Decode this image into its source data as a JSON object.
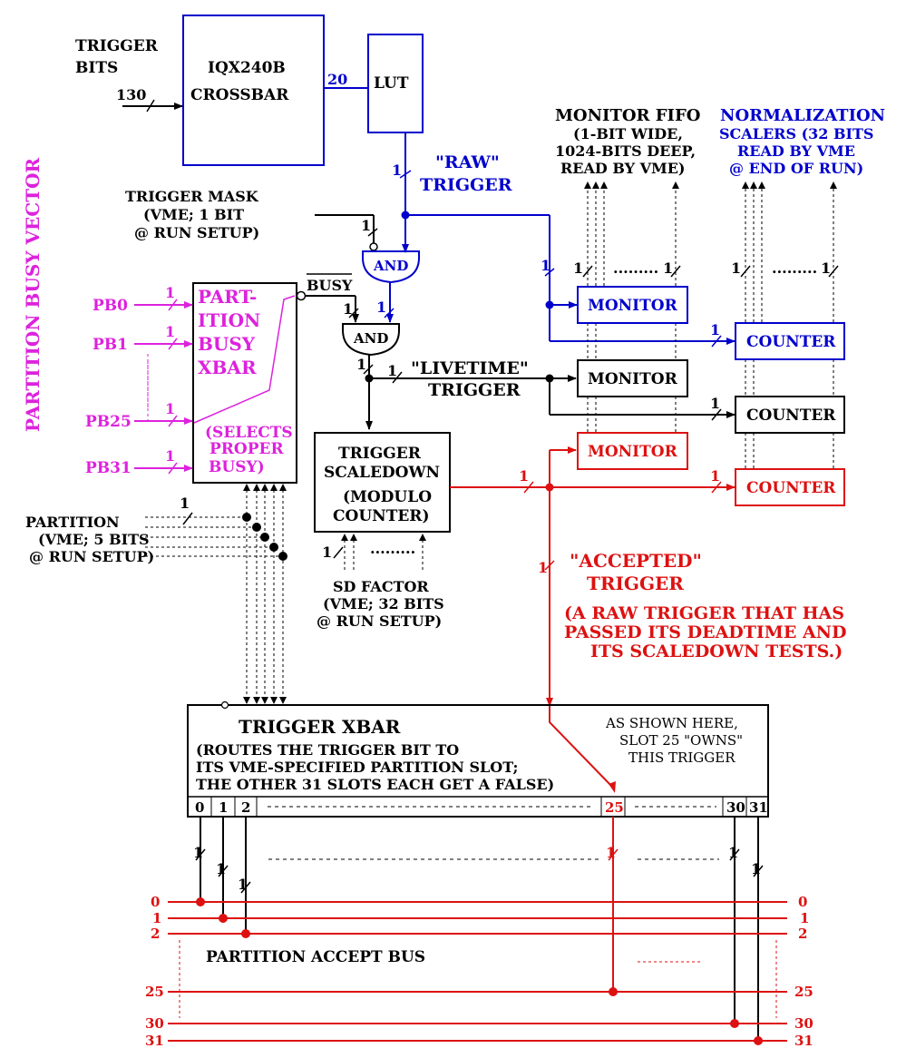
{
  "colors": {
    "black": "#000000",
    "blue": "#0000cc",
    "magenta": "#dd22dd",
    "red": "#dd1111"
  },
  "inputs": {
    "trigger_bits": [
      "TRIGGER",
      "BITS"
    ],
    "width_130": "130",
    "width_20": "20",
    "one": "1"
  },
  "crossbar": {
    "line1": "IQX240B",
    "line2": "CROSSBAR"
  },
  "lut": "LUT",
  "raw_trigger": [
    "\"RAW\"",
    "TRIGGER"
  ],
  "trigger_mask": [
    "TRIGGER MASK",
    "(VME; 1 BIT",
    "@ RUN SETUP)"
  ],
  "and_label": "AND",
  "busy": "BUSY",
  "livetime": [
    "\"LIVETIME\"",
    "TRIGGER"
  ],
  "partition_busy_xbar": [
    "PART-",
    "ITION",
    "BUSY",
    "XBAR"
  ],
  "selects_busy": [
    "(SELECTS",
    "PROPER",
    "BUSY)"
  ],
  "partition_busy_vector": "PARTITION BUSY VECTOR",
  "pb_inputs": [
    "PB0",
    "PB1",
    "PB25",
    "PB31"
  ],
  "partition_setup": [
    "PARTITION",
    "(VME; 5 BITS",
    "@ RUN SETUP)"
  ],
  "monitor_fifo": [
    "MONITOR FIFO",
    "(1-BIT WIDE,",
    "1024-BITS DEEP,",
    "READ BY VME)"
  ],
  "normalization": [
    "NORMALIZATION",
    "SCALERS (32 BITS",
    "READ BY VME",
    "@ END OF RUN)"
  ],
  "monitor": "MONITOR",
  "counter": "COUNTER",
  "scaledown": [
    "TRIGGER",
    "SCALEDOWN",
    "(MODULO",
    "COUNTER)"
  ],
  "sd_factor": [
    "SD FACTOR",
    "(VME; 32 BITS",
    "@ RUN SETUP)"
  ],
  "accepted": [
    "\"ACCEPTED\"",
    "TRIGGER"
  ],
  "accepted_note": [
    "(A RAW TRIGGER THAT HAS",
    "PASSED ITS DEADTIME AND",
    "ITS SCALEDOWN TESTS.)"
  ],
  "trigger_xbar": {
    "title": "TRIGGER XBAR",
    "desc": [
      "(ROUTES THE TRIGGER BIT TO",
      "ITS VME-SPECIFIED PARTITION SLOT;",
      "THE OTHER 31 SLOTS EACH GET A FALSE)"
    ],
    "note": [
      "AS SHOWN HERE,",
      "SLOT 25 \"OWNS\"",
      "THIS TRIGGER"
    ],
    "slots": [
      "0",
      "1",
      "2",
      "25",
      "30",
      "31"
    ]
  },
  "accept_bus": {
    "label": "PARTITION ACCEPT BUS",
    "lines": [
      "0",
      "1",
      "2",
      "25",
      "30",
      "31"
    ]
  },
  "ellipsis": "........."
}
